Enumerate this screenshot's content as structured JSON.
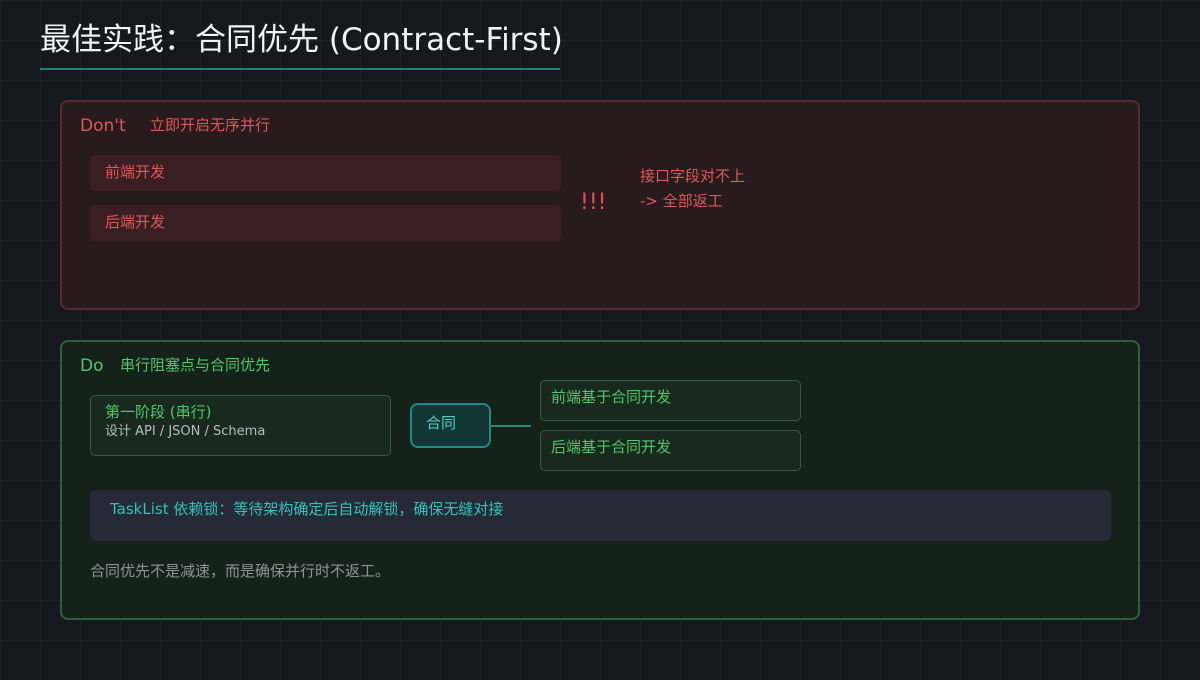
{
  "title": "最佳实践：合同优先 (Contract-First)",
  "dont": {
    "tag": "Don't",
    "subtitle": "立即开启无序并行",
    "items": [
      "前端开发",
      "后端开发"
    ],
    "alert": "!!!",
    "message_line1": "接口字段对不上",
    "message_line2": "-> 全部返工"
  },
  "do": {
    "tag": "Do",
    "subtitle": "串行阻塞点与合同优先",
    "phase_title": "第一阶段 (串行)",
    "phase_desc": "设计 API / JSON / Schema",
    "contract_label": "合同",
    "dev_items": [
      "前端基于合同开发",
      "后端基于合同开发"
    ],
    "tasklist_note": "TaskList 依赖锁：等待架构确定后自动解锁，确保无缝对接",
    "footer": "合同优先不是减速，而是确保并行时不返工。"
  },
  "colors": {
    "background": "#15181e",
    "accent_teal": "#1f8a84",
    "danger": "#e05757",
    "success": "#4fc76a"
  }
}
